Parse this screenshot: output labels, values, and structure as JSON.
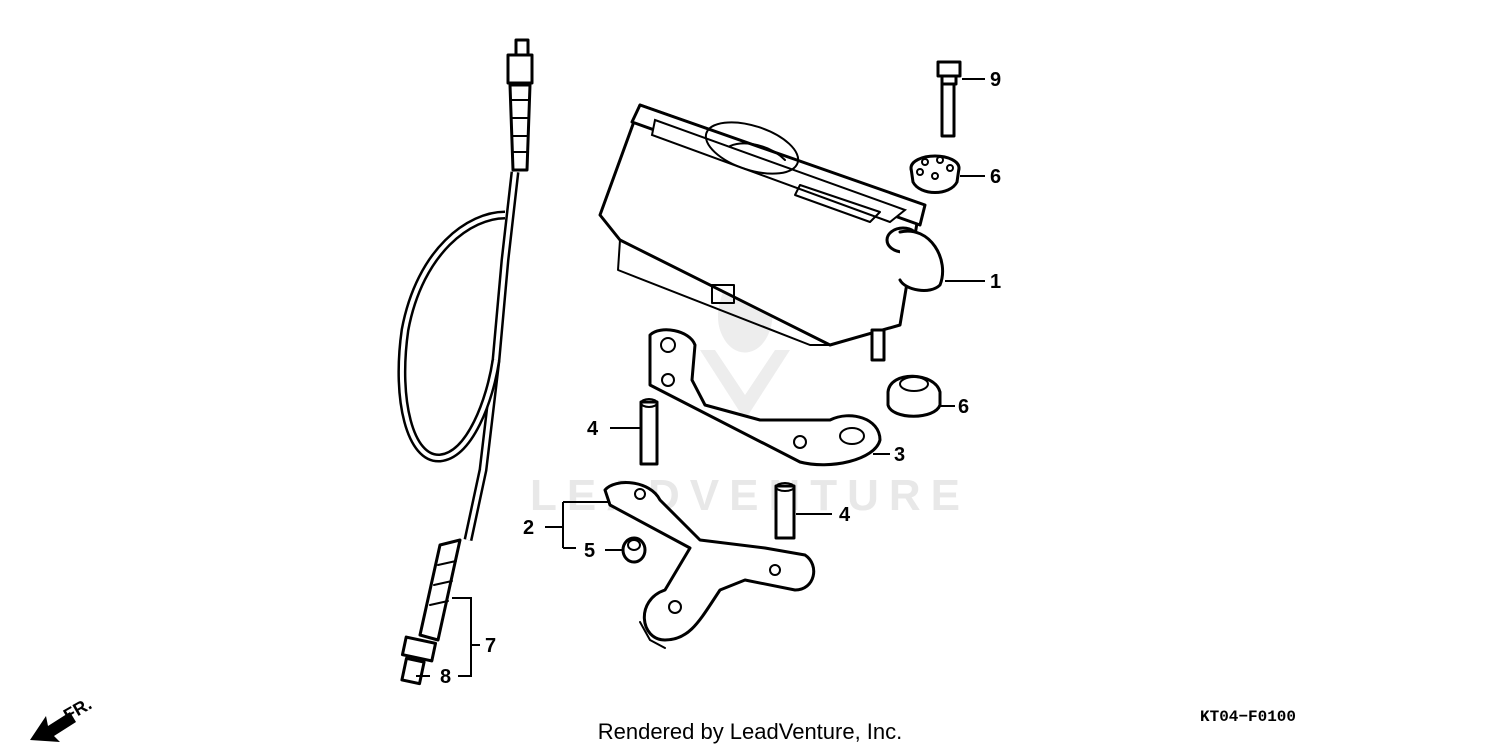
{
  "watermark": {
    "text": "LEADVENTURE"
  },
  "callouts": [
    {
      "id": "9",
      "text": "9"
    },
    {
      "id": "6a",
      "text": "6"
    },
    {
      "id": "1",
      "text": "1"
    },
    {
      "id": "6b",
      "text": "6"
    },
    {
      "id": "4a",
      "text": "4"
    },
    {
      "id": "3",
      "text": "3"
    },
    {
      "id": "4b",
      "text": "4"
    },
    {
      "id": "2",
      "text": "2"
    },
    {
      "id": "5",
      "text": "5"
    },
    {
      "id": "7",
      "text": "7"
    },
    {
      "id": "8",
      "text": "8"
    }
  ],
  "front_indicator": {
    "text": "FR."
  },
  "footer": {
    "credit": "Rendered by LeadVenture, Inc.",
    "diagram_code": "KT04−F0100"
  }
}
